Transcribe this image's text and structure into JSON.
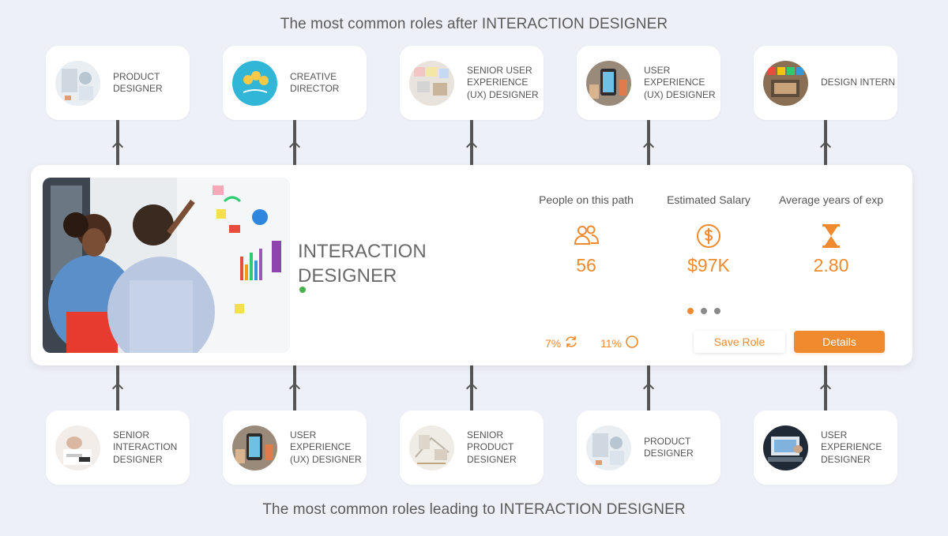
{
  "titles": {
    "after": "The most common roles after INTERACTION DESIGNER",
    "leading": "The most common roles leading to INTERACTION DESIGNER"
  },
  "roles_after": [
    {
      "label": "PRODUCT DESIGNER"
    },
    {
      "label": "CREATIVE DIRECTOR"
    },
    {
      "label": "SENIOR USER EXPERIENCE (UX) DESIGNER"
    },
    {
      "label": "USER EXPERIENCE (UX) DESIGNER"
    },
    {
      "label": "DESIGN INTERN"
    }
  ],
  "roles_leading": [
    {
      "label": "SENIOR INTERACTION DESIGNER"
    },
    {
      "label": "USER EXPERIENCE (UX) DESIGNER"
    },
    {
      "label": "SENIOR PRODUCT DESIGNER"
    },
    {
      "label": "PRODUCT DESIGNER"
    },
    {
      "label": "USER EXPERIENCE DESIGNER"
    }
  ],
  "main": {
    "role": "INTERACTION DESIGNER",
    "stats": [
      {
        "label": "People on this path",
        "value": "56",
        "icon": "people-icon"
      },
      {
        "label": "Estimated Salary",
        "value": "$97K",
        "icon": "dollar-icon"
      },
      {
        "label": "Average years of exp",
        "value": "2.80",
        "icon": "hourglass-icon"
      }
    ],
    "metrics": [
      {
        "value": "7%",
        "icon": "refresh-icon"
      },
      {
        "value": "11%",
        "icon": "circle-icon"
      }
    ],
    "save_label": "Save Role",
    "details_label": "Details"
  },
  "colors": {
    "accent": "#f08a2e",
    "status": "#4caf50",
    "background": "#eef0f7"
  }
}
